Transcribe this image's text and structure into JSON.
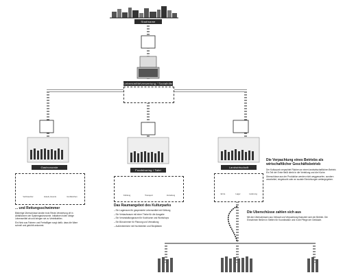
{
  "city": {
    "label": "Stadtname"
  },
  "top_node": {
    "label": "Lebensmittelverwertung / Sozialhilfe"
  },
  "branches": [
    {
      "id": "left",
      "label": "Gastronomie"
    },
    {
      "id": "center",
      "label": "Foodsharing / Tafel"
    },
    {
      "id": "right",
      "label": "Landwirtschaft"
    }
  ],
  "left_block": {
    "box_captions": [
      "Verbraucher",
      "Hotels, Events",
      "Großküchen"
    ],
    "heading": "... und Rettungsschwimmer",
    "paragraphs": [
      "Bisherige Überschüsse landen trotz Reste-Verwertung oft in Abfalltonnen der Systemgastronomie. Initiativen holen übrige Lebensmittel ab und bringen sie zu Verteilstellen.",
      "Ein Netz aus Fahrern und Freiwilligen sorgt dafür, dass die Ware schnell und gekühlt ankommt."
    ]
  },
  "center_block": {
    "box_captions": [
      "Kühlung",
      "Transport",
      "Verteilung"
    ],
    "heading": "Das Raumangebot des Kulturparks",
    "bullets": [
      "Ein Lagerraum für gespendete Lebensmittel mit Kühlung",
      "Ein Verkaufsraum mit einer Theke für die Ausgabe",
      "Ein Veranstaltungsraum für Kochkurse und Workshops",
      "Ein Bürozimmer für Planung und Verwaltung",
      "Außenbereiche mit Hochbeeten und Sitzplätzen"
    ]
  },
  "right_block": {
    "box_captions": [
      "Ernte",
      "Lager",
      "Lieferung"
    ],
    "heading": "Die Verpachtung eines Betriebs als wirtschaftlicher Geschäftsbetrieb",
    "paragraphs": [
      "Der Kulturpark verpachtet Flächen an einen landwirtschaftlichen Betrieb. Ein Teil der Ernte fließt direkt in die Verteilung und die Küche.",
      "Überschüsse aus der Produktion werden nicht weggeworfen, sondern verarbeitet, eingekocht oder an soziale Einrichtungen weitergegeben."
    ],
    "sub_heading": "Die Überschüsse zahlen sich aus",
    "sub_paragraph": "Mit den Überschüssen aus Verkauf und Verpachtung finanziert sich der Betrieb. Die Einnahmen fließen in Stellen für Koordination und in die Pflege der Gebäude."
  }
}
